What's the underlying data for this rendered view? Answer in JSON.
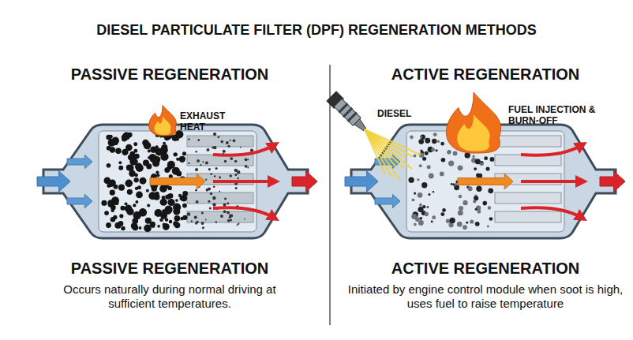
{
  "diagram": {
    "title": "DIESEL PARTICULATE FILTER (DPF) REGENERATION METHODS",
    "labels": [
      "PASSIVE REGENERATION",
      "EXHAUST HEAT",
      "PASSIVE REGENERATION",
      "Occurs naturally during normal driving at sufficient temperatures.",
      "ACTIVE REGENERATION",
      "DIESEL",
      "FUEL INJECTION & BURN-OFF",
      "ACTIVE REGENERATION",
      "Initiated by engine control module when soot is high, uses fuel to raise temperature"
    ]
  }
}
